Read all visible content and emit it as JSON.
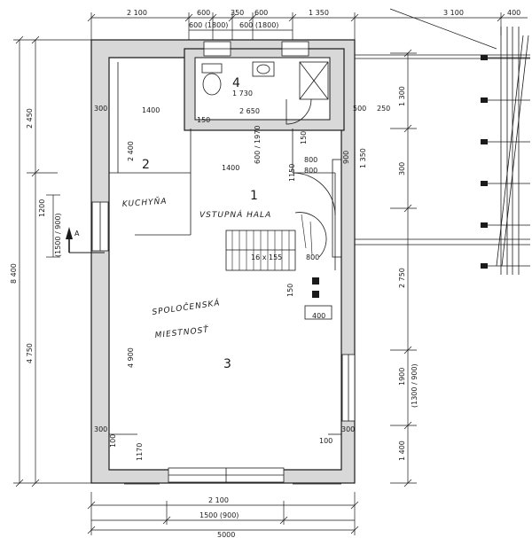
{
  "rooms": {
    "kitchen": {
      "number": "2",
      "name": "KUCHYŇA"
    },
    "hall": {
      "number": "1",
      "name": "VSTUPNÁ HALA"
    },
    "living": {
      "number": "3",
      "name_line1": "SPOLOČENSKÁ",
      "name_line2": "MIESTNOSŤ"
    },
    "bathroom": {
      "number": "4"
    }
  },
  "section_marker": "A",
  "dims": {
    "top_left": "2 100",
    "top_600a": "600",
    "top_350": "350",
    "top_600b": "600",
    "top_1350": "1 350",
    "top_window1": "600 (1800)",
    "top_window2": "600 (1800)",
    "top_right_3100": "3 100",
    "top_right_400": "400",
    "left_total": "8 400",
    "left_upper": "2 450",
    "left_lower": "4 750",
    "left_window": "1200",
    "left_window_sub": "(1500 / 900)",
    "right_1300": "1 300",
    "right_300": "300",
    "right_2750": "2 750",
    "right_1900": "1900",
    "right_window_sub": "(1300 / 900)",
    "right_1400": "1 400",
    "right_1350": "1 350",
    "bottom_2100": "2 100",
    "bottom_window": "1500 (900)",
    "bottom_total": "5000",
    "in_1400a": "1400",
    "in_1730": "1 730",
    "in_2650": "2 650",
    "in_150a": "150",
    "in_300a": "300",
    "in_500": "500",
    "in_250": "250",
    "in_2400": "2 400",
    "in_1400b": "1400",
    "in_600_1970": "600 / 1970",
    "in_800a": "800",
    "in_800b": "800",
    "in_900": "900",
    "in_1150": "1150",
    "in_150b": "150",
    "in_stairs": "16 x 155",
    "in_800c": "800",
    "in_150c": "150",
    "in_400": "400",
    "in_4900": "4 900",
    "in_300b": "300",
    "in_100a": "100",
    "in_100b": "100",
    "in_300c": "300",
    "in_170": "1170"
  }
}
